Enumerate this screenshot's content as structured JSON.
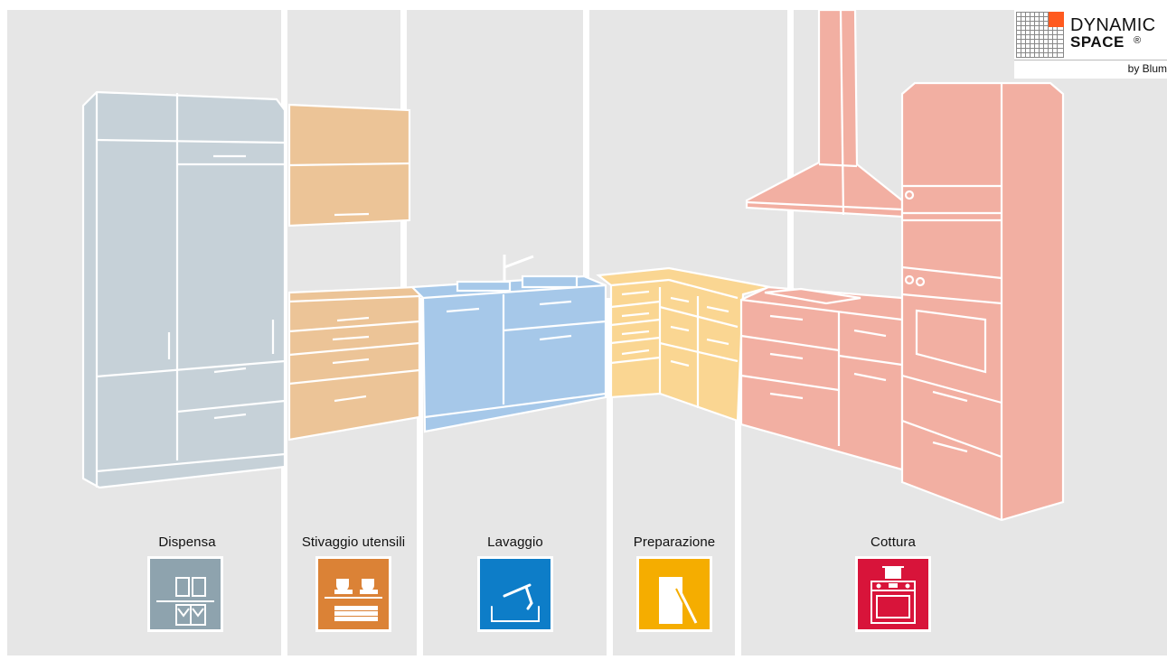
{
  "logo": {
    "line1": "DYNAMIC",
    "line2": "SPACE",
    "registered": "®",
    "byline": "by Blum"
  },
  "zones": [
    {
      "label": "Dispensa",
      "color": "#8ea3ae",
      "icon": "pantry-icon"
    },
    {
      "label": "Stivaggio utensili",
      "color": "#db8236",
      "icon": "dishes-icon"
    },
    {
      "label": "Lavaggio",
      "color": "#0d7dc8",
      "icon": "faucet-icon"
    },
    {
      "label": "Preparazione",
      "color": "#f5ad00",
      "icon": "cutting-board-icon"
    },
    {
      "label": "Cottura",
      "color": "#d8143a",
      "icon": "stove-icon"
    }
  ],
  "colors": {
    "background": "#e6e6e6",
    "pantry_cabinet": "#c6d1d8",
    "storage_cabinet": "#ecc497",
    "wash_cabinet": "#a6c8e9",
    "prep_cabinet": "#fad692",
    "cook_cabinet": "#f2afa2"
  }
}
